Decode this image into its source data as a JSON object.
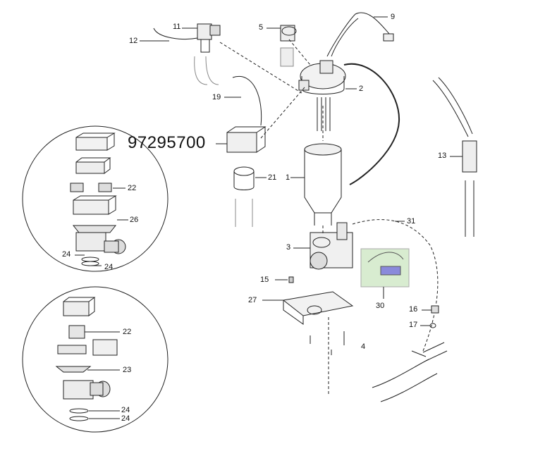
{
  "part_number": "97295700",
  "callouts": {
    "c1": "1",
    "c2": "2",
    "c3": "3",
    "c4": "4",
    "c5": "5",
    "c9": "9",
    "c11": "11",
    "c12": "12",
    "c13": "13",
    "c15": "15",
    "c16": "16",
    "c17": "17",
    "c19": "19",
    "c21": "21",
    "c22a": "22",
    "c22b": "22",
    "c23": "23",
    "c24a": "24",
    "c24b": "24",
    "c24c": "24",
    "c24d": "24",
    "c26": "26",
    "c27": "27",
    "c30": "30",
    "c31": "31"
  },
  "colors": {
    "line": "#222222",
    "photo_bg": "#d8ecd0",
    "motor_fill": "#8a8adb"
  }
}
